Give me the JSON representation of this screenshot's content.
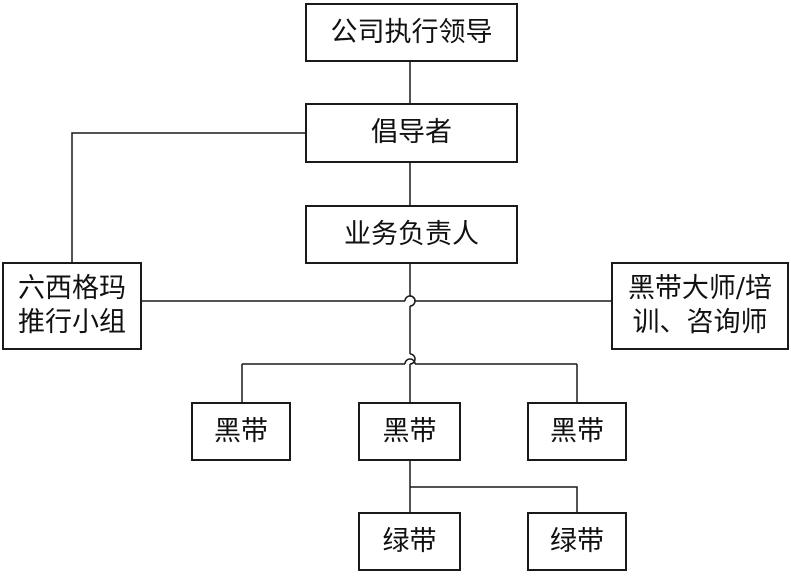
{
  "org_chart": {
    "executive": "公司执行领导",
    "champion": "倡导者",
    "process_owner": "业务负责人",
    "six_sigma_team": [
      "六西格玛",
      "推行小组"
    ],
    "master_black_belt": [
      "黑带大师/培",
      "训、咨询师"
    ],
    "black_belts": [
      "黑带",
      "黑带",
      "黑带"
    ],
    "green_belts": [
      "绿带",
      "绿带"
    ]
  },
  "style": {
    "line_color": "#1a1a1a",
    "background": "#ffffff"
  }
}
